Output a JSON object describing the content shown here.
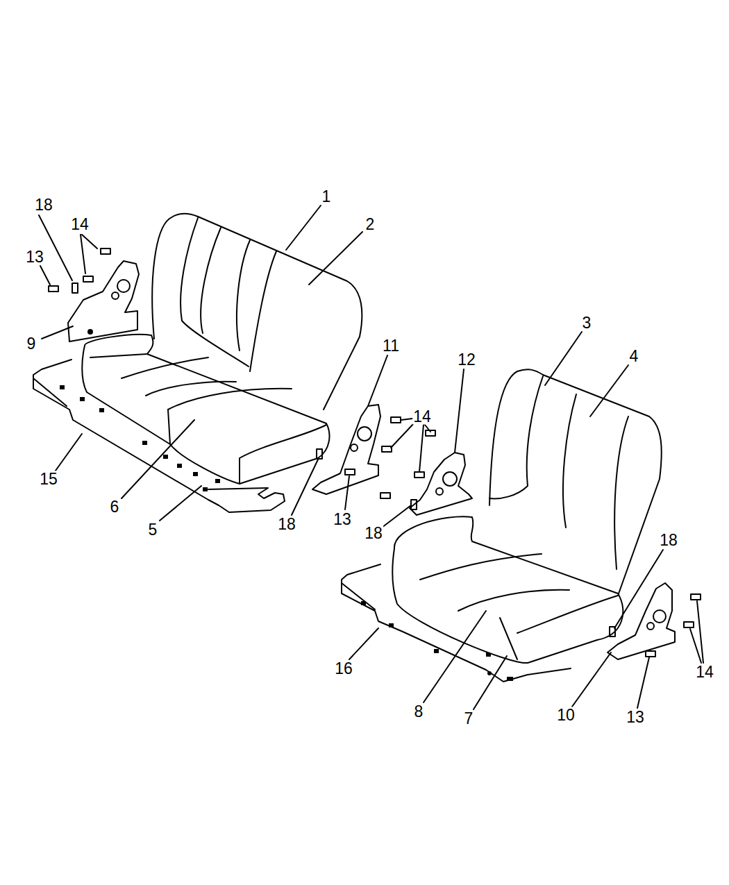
{
  "diagram": {
    "labels": [
      "18",
      "14",
      "13",
      "1",
      "2",
      "9",
      "11",
      "3",
      "12",
      "4",
      "14",
      "15",
      "6",
      "5",
      "18",
      "13",
      "18",
      "18",
      "14",
      "16",
      "8",
      "7",
      "10",
      "13"
    ]
  }
}
